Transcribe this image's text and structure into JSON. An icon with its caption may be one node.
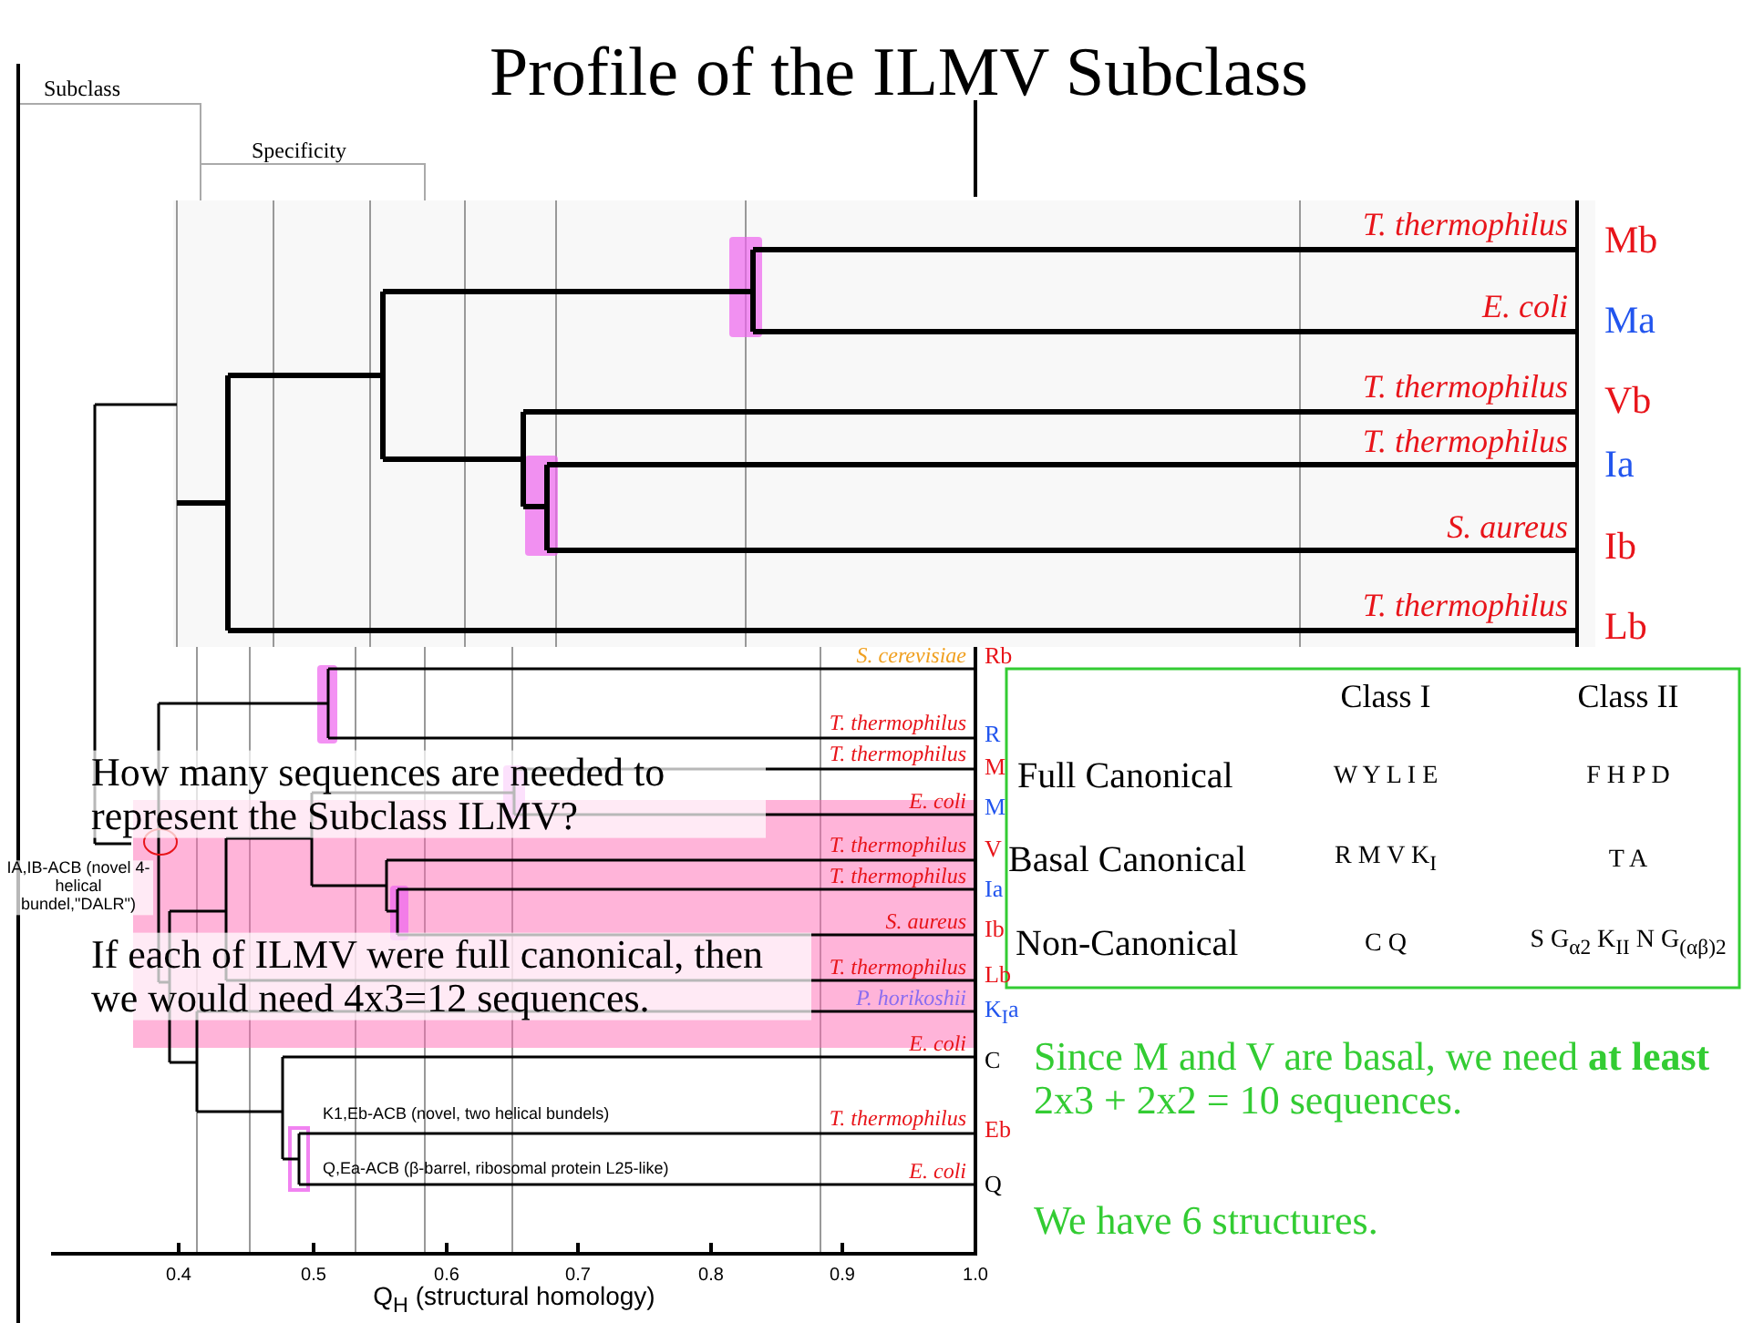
{
  "diagram": {
    "title": "Profile of the ILMV Subclass",
    "labels": [
      "Subclass",
      "Specificity",
      "T. thermophilus",
      "Mb",
      "E. coli",
      "Ma",
      "T. thermophilus",
      "Vb",
      "T. thermophilus",
      "Ia",
      "S. aureus",
      "Ib",
      "T. thermophilus",
      "Lb",
      "S. cerevisiae",
      "Rb",
      "T. thermophilus",
      "R",
      "T. thermophilus",
      "M",
      "E. coli",
      "M",
      "T. thermophilus",
      "V",
      "T. thermophilus",
      "Ia",
      "S. aureus",
      "Ib",
      "T. thermophilus",
      "Lb",
      "P. horikoshii",
      "K$_{I}$a",
      "E. coli",
      "C",
      "K1,Eb-ACB (novel, two helical bundels)",
      "T. thermophilus",
      "Eb",
      "Q,Ea-ACB (β-barrel, ribosomal protein L25-like)",
      "E. coli",
      "Q",
      "IA,IB-ACB (novel 4-helical bundel,\"DALR\")",
      "How many sequences are needed to represent the Subclass ILMV?",
      "If each of ILMV were full canonical, then we would need 4x3=12 sequences.",
      "Class I",
      "Class II",
      "Full Canonical",
      "W Y L I E",
      "F H P D",
      "Basal Canonical",
      "R M V K$_{I}$",
      "T A",
      "Non-Canonical",
      "C Q",
      "S G$_{α2}$ K$_{II}$ N G$_{(αβ)2}$",
      "0.4",
      "0.5",
      "0.6",
      "0.7",
      "0.8",
      "0.9",
      "1.0",
      "Q$_{H}$ (structural homology)",
      "Since M and V are basal, we need **at least** 2x3 + 2x2 = 10 sequences.",
      "We have 6 structures."
    ]
  }
}
